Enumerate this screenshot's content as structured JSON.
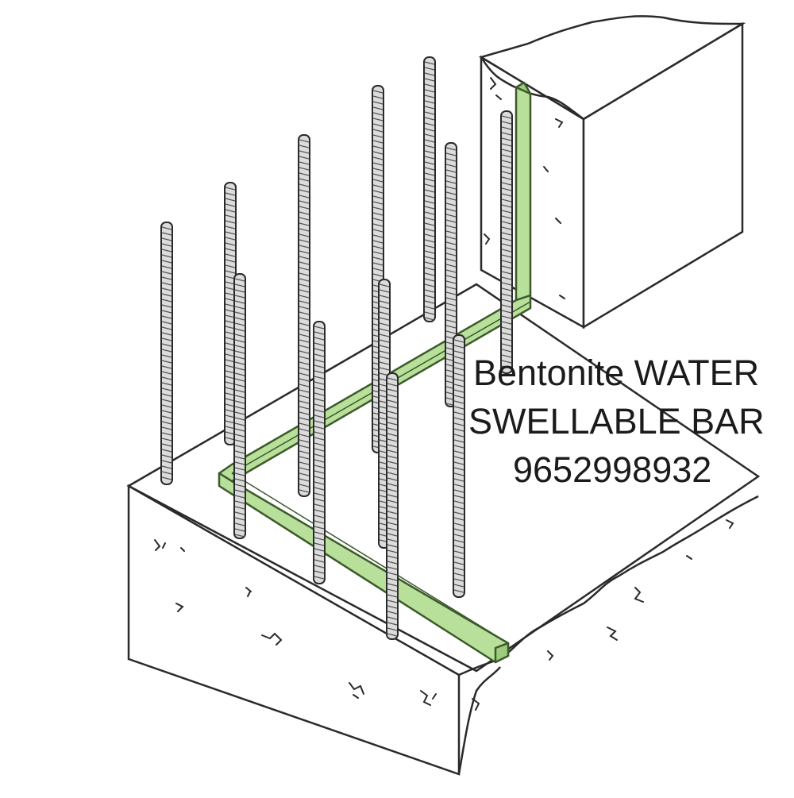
{
  "caption": {
    "line1": "Bentonite WATER",
    "line2": "SWELLABLE BAR",
    "line3": "9652998932"
  },
  "colors": {
    "background": "#ffffff",
    "ink": "#2a2a2a",
    "bar_fill": "#b8e09a",
    "bar_edge": "#3c5a2c",
    "rebar": "#dcdcdc"
  }
}
